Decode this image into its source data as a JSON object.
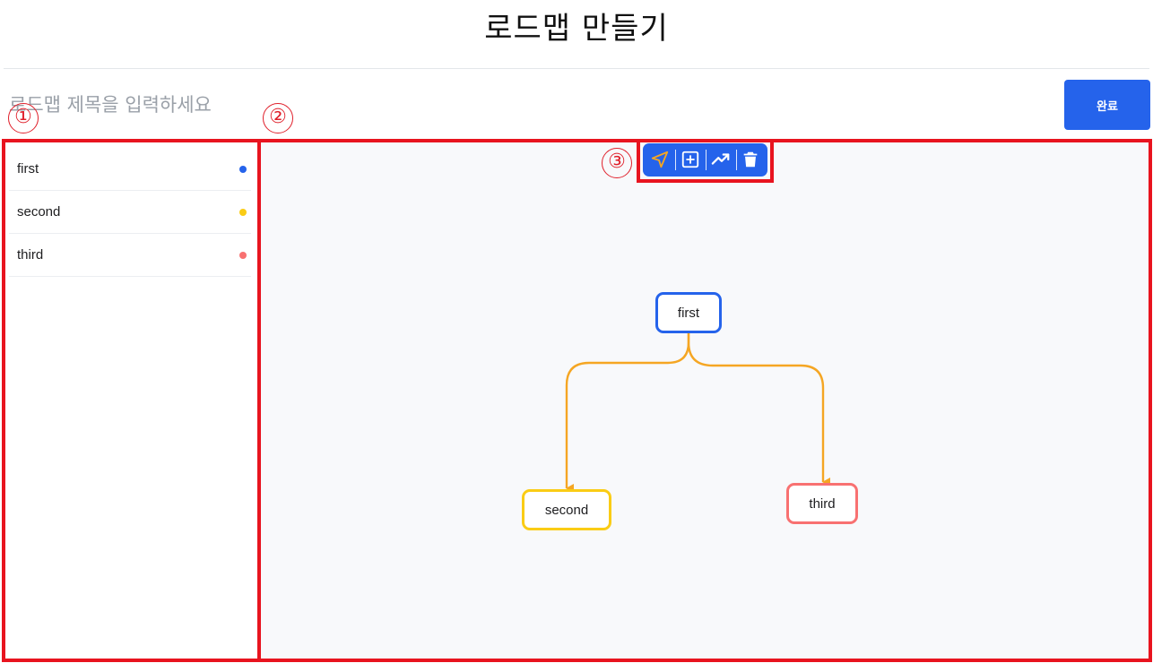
{
  "header": {
    "title": "로드맵 만들기",
    "title_input_placeholder": "로드맵 제목을 입력하세요",
    "title_input_value": "",
    "done_label": "완료"
  },
  "callouts": [
    "①",
    "②",
    "③"
  ],
  "sidebar": {
    "items": [
      {
        "label": "first",
        "color": "#2563eb"
      },
      {
        "label": "second",
        "color": "#facc15"
      },
      {
        "label": "third",
        "color": "#f87171"
      }
    ]
  },
  "toolbar": {
    "tools": [
      {
        "icon": "navigation-arrow-icon",
        "active": true,
        "active_color": "#f5a623"
      },
      {
        "icon": "add-node-icon",
        "active": false
      },
      {
        "icon": "connect-edge-icon",
        "active": false
      },
      {
        "icon": "trash-icon",
        "active": false
      }
    ]
  },
  "canvas": {
    "nodes": [
      {
        "id": "first",
        "label": "first",
        "color": "#2563eb"
      },
      {
        "id": "second",
        "label": "second",
        "color": "#facc15"
      },
      {
        "id": "third",
        "label": "third",
        "color": "#f87171"
      }
    ],
    "edges": [
      {
        "from": "first",
        "to": "second",
        "color": "#f5a623"
      },
      {
        "from": "first",
        "to": "third",
        "color": "#f5a623"
      }
    ]
  },
  "colors": {
    "accent": "#2563eb",
    "annotation_red": "#e8141f"
  }
}
